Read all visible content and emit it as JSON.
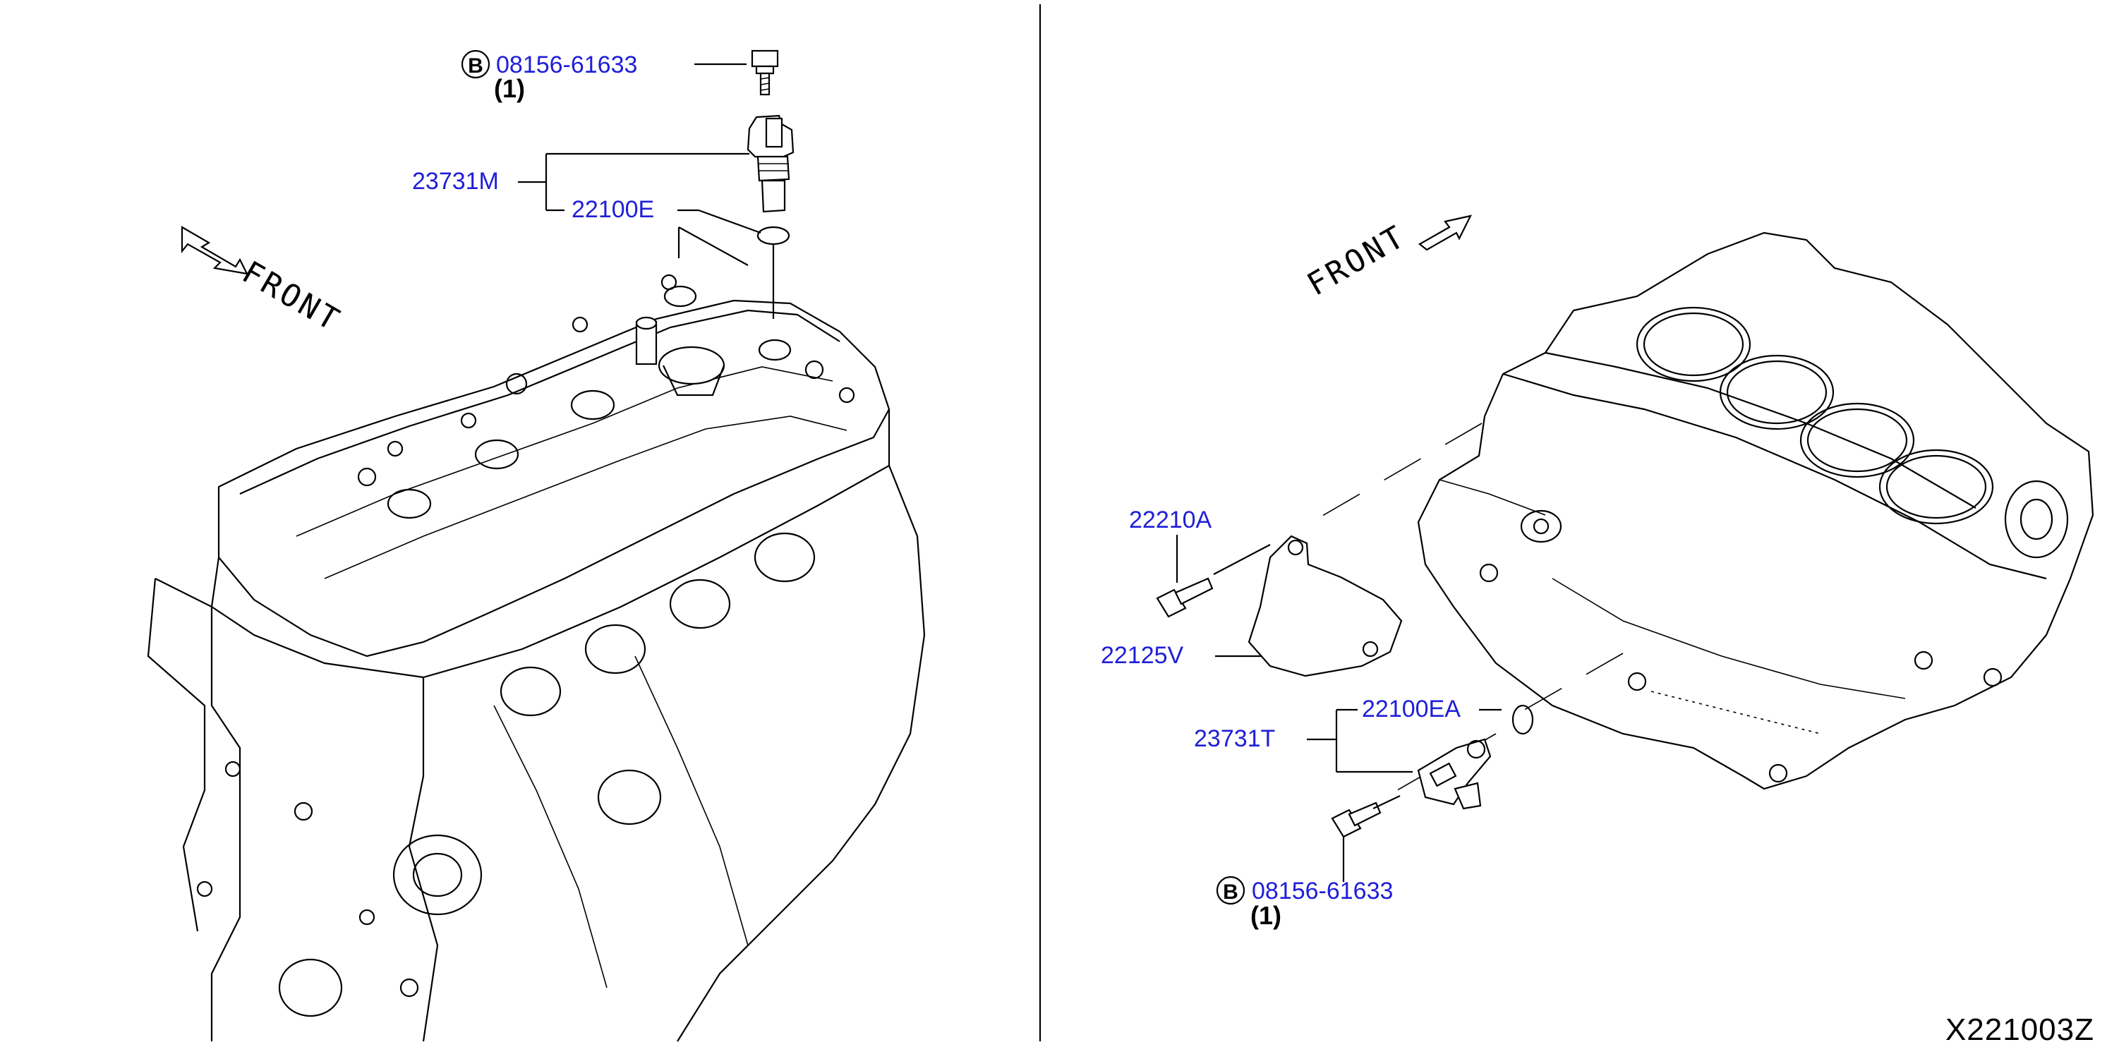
{
  "colors": {
    "callout": "#1f1fd8",
    "ink": "#000000",
    "background": "#ffffff"
  },
  "diagram_id": "X221003Z",
  "left_view": {
    "front_label": "FRONT",
    "bolt": {
      "badge": "B",
      "part_number": "08156-61633",
      "qty": "(1)"
    },
    "sensor": {
      "part_number": "23731M"
    },
    "oring": {
      "part_number": "22100E"
    }
  },
  "right_view": {
    "front_label": "FRONT",
    "bolt_small": {
      "part_number": "22210A"
    },
    "bracket": {
      "part_number": "22125V"
    },
    "oring": {
      "part_number": "22100EA"
    },
    "sensor": {
      "part_number": "23731T"
    },
    "bolt": {
      "badge": "B",
      "part_number": "08156-61633",
      "qty": "(1)"
    }
  }
}
